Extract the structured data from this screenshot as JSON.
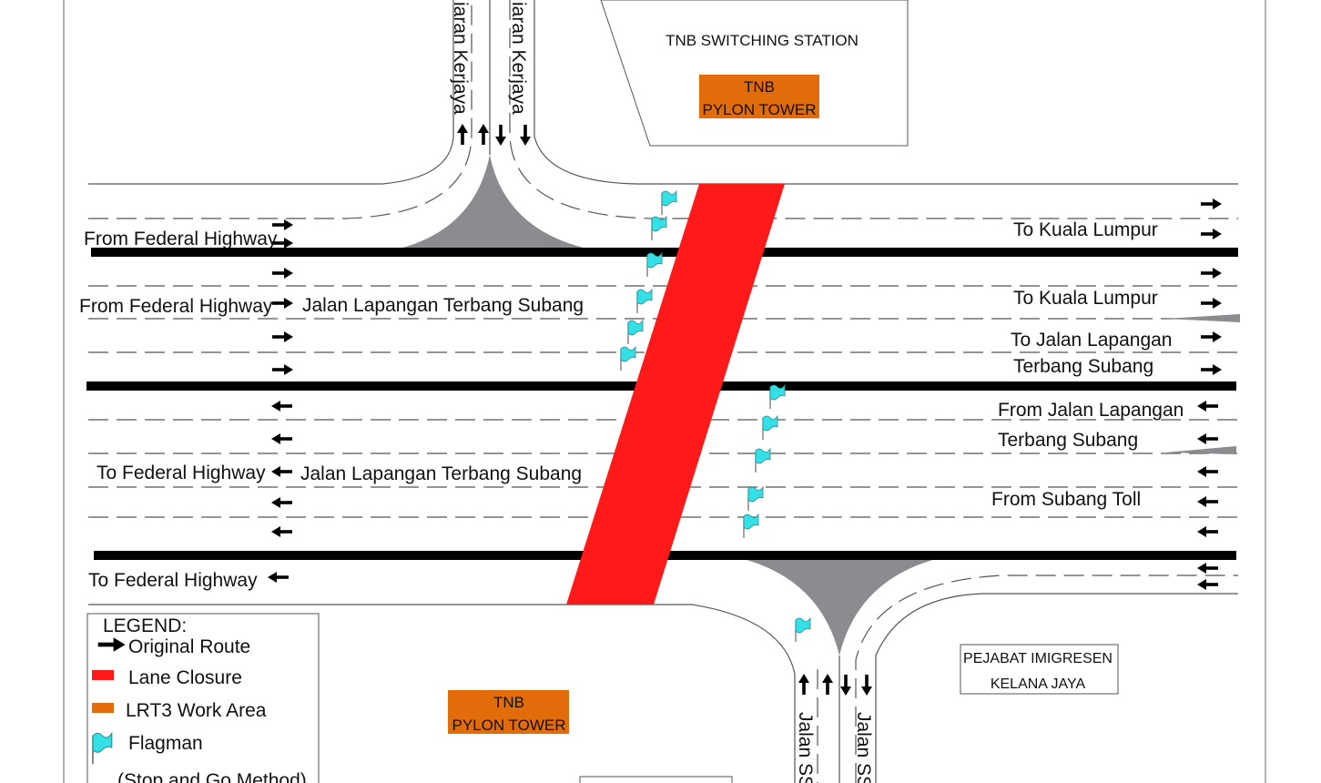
{
  "station": {
    "title": "TNB SWITCHING STATION",
    "pylon_top_line1": "TNB",
    "pylon_top_line2": "PYLON TOWER"
  },
  "pylon_bottom": {
    "line1": "TNB",
    "line2": "PYLON TOWER"
  },
  "office": {
    "line1": "PEJABAT IMIGRESEN",
    "line2": "KELANA JAYA"
  },
  "roads": {
    "top_left": "iaran Kerjaya",
    "top_right": "iaran Kerjaya",
    "bottom_left": "Jalan SS",
    "bottom_right": "Jalan SS",
    "main_upper": "Jalan Lapangan Terbang Subang",
    "main_lower": "Jalan Lapangan Terbang Subang"
  },
  "labels": {
    "from_federal_1": "From Federal Highway",
    "from_federal_2": "From Federal Highway",
    "to_federal_1": "To Federal Highway",
    "to_federal_2": "To Federal Highway",
    "to_kl_1": "To Kuala Lumpur",
    "to_kl_2": "To Kuala Lumpur",
    "to_jalan_1": "To Jalan Lapangan",
    "to_jalan_2": "Terbang Subang",
    "from_jalan_1": "From Jalan Lapangan",
    "from_jalan_2": "Terbang Subang",
    "from_subang_toll": "From Subang Toll"
  },
  "legend": {
    "title": "LEGEND:",
    "items": [
      "Original Route",
      "Lane Closure",
      "LRT3 Work Area",
      "Flagman"
    ],
    "note": "(Stop and Go Method)"
  },
  "colors": {
    "closure": "#ff1a1a",
    "work_area": "#e36c0a",
    "flag": "#33e0e6",
    "median": "#8c8c90"
  }
}
